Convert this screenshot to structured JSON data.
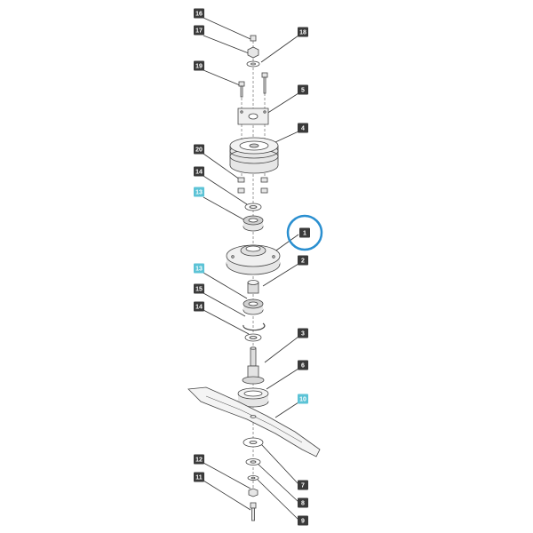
{
  "colors": {
    "label_dark": "#3a3a3a",
    "label_highlight": "#5cc3d6",
    "highlight_ring": "#2a8fd0",
    "line": "#333333",
    "part_stroke": "#444444",
    "part_fill": "#e6e6e6"
  },
  "labels": [
    {
      "id": "l16a",
      "text": "16",
      "style": "dark"
    },
    {
      "id": "l17a",
      "text": "17",
      "style": "dark"
    },
    {
      "id": "l18a",
      "text": "18",
      "style": "dark"
    },
    {
      "id": "l19",
      "text": "19",
      "style": "dark"
    },
    {
      "id": "l5",
      "text": "5",
      "style": "dark"
    },
    {
      "id": "l4",
      "text": "4",
      "style": "dark"
    },
    {
      "id": "l20",
      "text": "20",
      "style": "dark"
    },
    {
      "id": "l14a",
      "text": "14",
      "style": "dark"
    },
    {
      "id": "l13a",
      "text": "13",
      "style": "highlight"
    },
    {
      "id": "l1",
      "text": "1",
      "style": "dark"
    },
    {
      "id": "l2",
      "text": "2",
      "style": "dark"
    },
    {
      "id": "l13b",
      "text": "13",
      "style": "highlight"
    },
    {
      "id": "l15",
      "text": "15",
      "style": "dark"
    },
    {
      "id": "l14b",
      "text": "14",
      "style": "dark"
    },
    {
      "id": "l3",
      "text": "3",
      "style": "dark"
    },
    {
      "id": "l6",
      "text": "6",
      "style": "dark"
    },
    {
      "id": "l10",
      "text": "10",
      "style": "highlight"
    },
    {
      "id": "l12",
      "text": "12",
      "style": "dark"
    },
    {
      "id": "l11",
      "text": "11",
      "style": "dark"
    },
    {
      "id": "l7",
      "text": "7",
      "style": "dark"
    },
    {
      "id": "l8",
      "text": "8",
      "style": "dark"
    },
    {
      "id": "l9",
      "text": "9",
      "style": "dark"
    }
  ],
  "highlighted_part": "1"
}
